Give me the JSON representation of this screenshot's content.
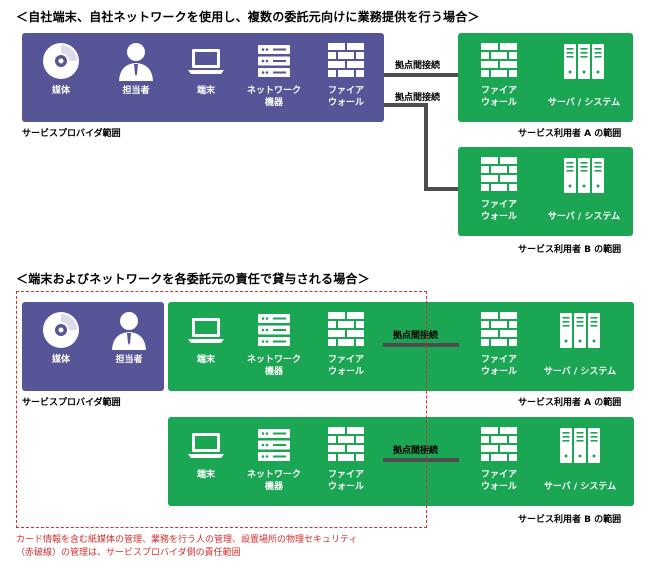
{
  "headings": {
    "top": "＜自社端末、自社ネットワークを使用し、複数の委託元向けに業務提供を行う場合＞",
    "bottom": "＜端末およびネットワークを各委託元の責任で貸与される場合＞"
  },
  "labels": {
    "media": "媒体",
    "manager": "担当者",
    "terminal": "端末",
    "network": "ネットワーク\n機器",
    "firewall": "ファイア\nウォール",
    "server": "サーバ / システム"
  },
  "captions": {
    "provider_scope": "サービスプロバイダ範囲",
    "user_a_scope": "サービス利用者 A の範囲",
    "user_b_scope": "サービス利用者 B の範囲"
  },
  "link_label": "拠点間接続",
  "note": "カード情報を含む紙媒体の管理、業務を行う人の管理、設置場所の物理セキュリティ\n（赤破線）の管理は、サービスプロバイダ側の責任範囲",
  "colors": {
    "provider": "#565597",
    "user": "#1aa653",
    "connector": "#4d4d4d",
    "note": "#d32f2f"
  }
}
